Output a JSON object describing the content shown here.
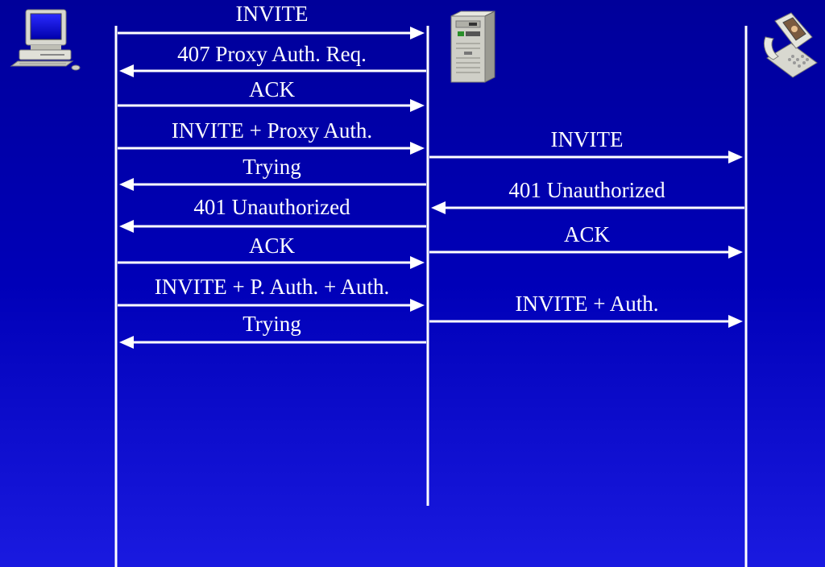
{
  "participants": [
    {
      "name": "client",
      "icon": "desktop-computer-icon"
    },
    {
      "name": "proxy",
      "icon": "server-tower-icon"
    },
    {
      "name": "phone",
      "icon": "video-phone-icon"
    }
  ],
  "messages": [
    {
      "label": "INVITE",
      "from": 0,
      "to": 1
    },
    {
      "label": "407 Proxy Auth. Req.",
      "from": 1,
      "to": 0
    },
    {
      "label": "ACK",
      "from": 0,
      "to": 1
    },
    {
      "label": "INVITE + Proxy Auth.",
      "from": 0,
      "to": 1
    },
    {
      "label": "INVITE",
      "from": 1,
      "to": 2
    },
    {
      "label": "Trying",
      "from": 1,
      "to": 0
    },
    {
      "label": "401 Unauthorized",
      "from": 2,
      "to": 1
    },
    {
      "label": "401 Unauthorized",
      "from": 1,
      "to": 0
    },
    {
      "label": "ACK",
      "from": 1,
      "to": 2
    },
    {
      "label": "ACK",
      "from": 0,
      "to": 1
    },
    {
      "label": "INVITE + P. Auth. + Auth.",
      "from": 0,
      "to": 1
    },
    {
      "label": "INVITE + Auth.",
      "from": 1,
      "to": 2
    },
    {
      "label": "Trying",
      "from": 1,
      "to": 0
    }
  ],
  "colors": {
    "background": "#0000b0",
    "line": "#ffffff",
    "text": "#ffffff"
  }
}
